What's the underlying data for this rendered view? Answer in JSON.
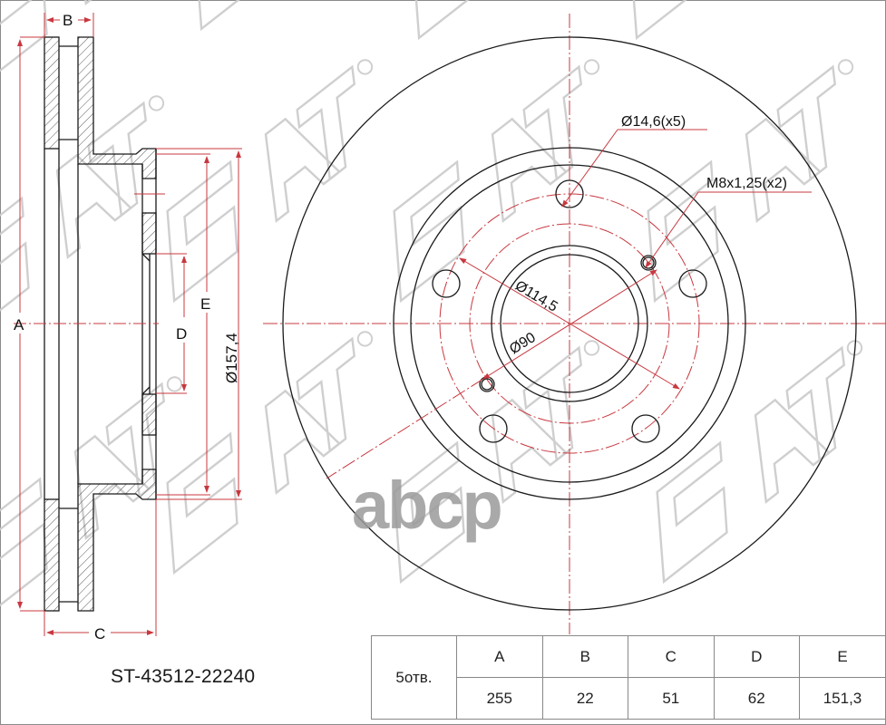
{
  "part_number": "ST-43512-22240",
  "watermark": {
    "brand_pattern": "SAT",
    "registered_mark": "®",
    "overlay_text": "abcp"
  },
  "cross_section": {
    "dimension_labels": {
      "A": "A",
      "B": "B",
      "C": "C",
      "D": "D",
      "E": "E",
      "hat_diameter": "Ø157,4"
    }
  },
  "front_view": {
    "callouts": {
      "bolt_holes": "Ø14,6(x5)",
      "threaded_holes": "M8x1,25(x2)",
      "pcd": "Ø114,5",
      "center_bore": "Ø90"
    }
  },
  "spec_table": {
    "holes_label": "5отв.",
    "headers": [
      "A",
      "B",
      "C",
      "D",
      "E"
    ],
    "values": [
      "255",
      "22",
      "51",
      "62",
      "151,3"
    ]
  },
  "colors": {
    "outline": "#1a1a1a",
    "dimension": "#c8383f",
    "watermark": "#c9c9c9",
    "table_border": "#888888"
  }
}
